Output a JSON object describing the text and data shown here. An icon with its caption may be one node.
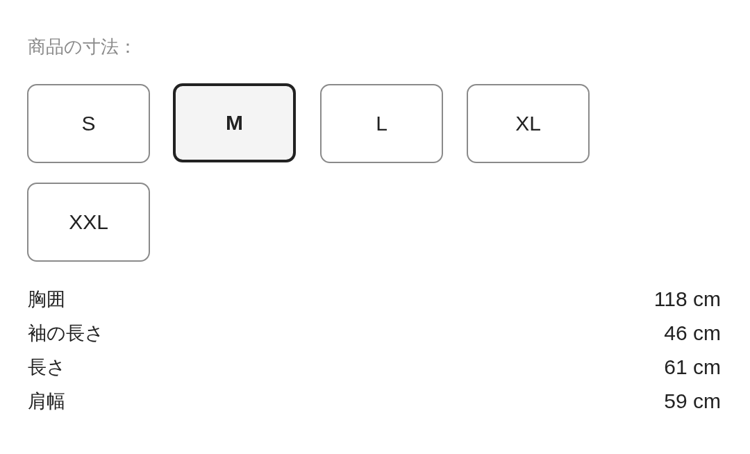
{
  "diagram": {
    "title": "商品の寸法：",
    "nodes": [
      {
        "text": [
          "S"
        ]
      },
      {
        "text": [
          "M"
        ]
      },
      {
        "text": [
          "L"
        ]
      },
      {
        "text": [
          "XL"
        ]
      },
      {
        "text": [
          "XXL"
        ]
      }
    ],
    "labels": [
      "胸囲",
      "118 cm",
      "袖の長さ",
      "46 cm",
      "長さ",
      "61 cm",
      "肩幅",
      "59 cm"
    ]
  }
}
